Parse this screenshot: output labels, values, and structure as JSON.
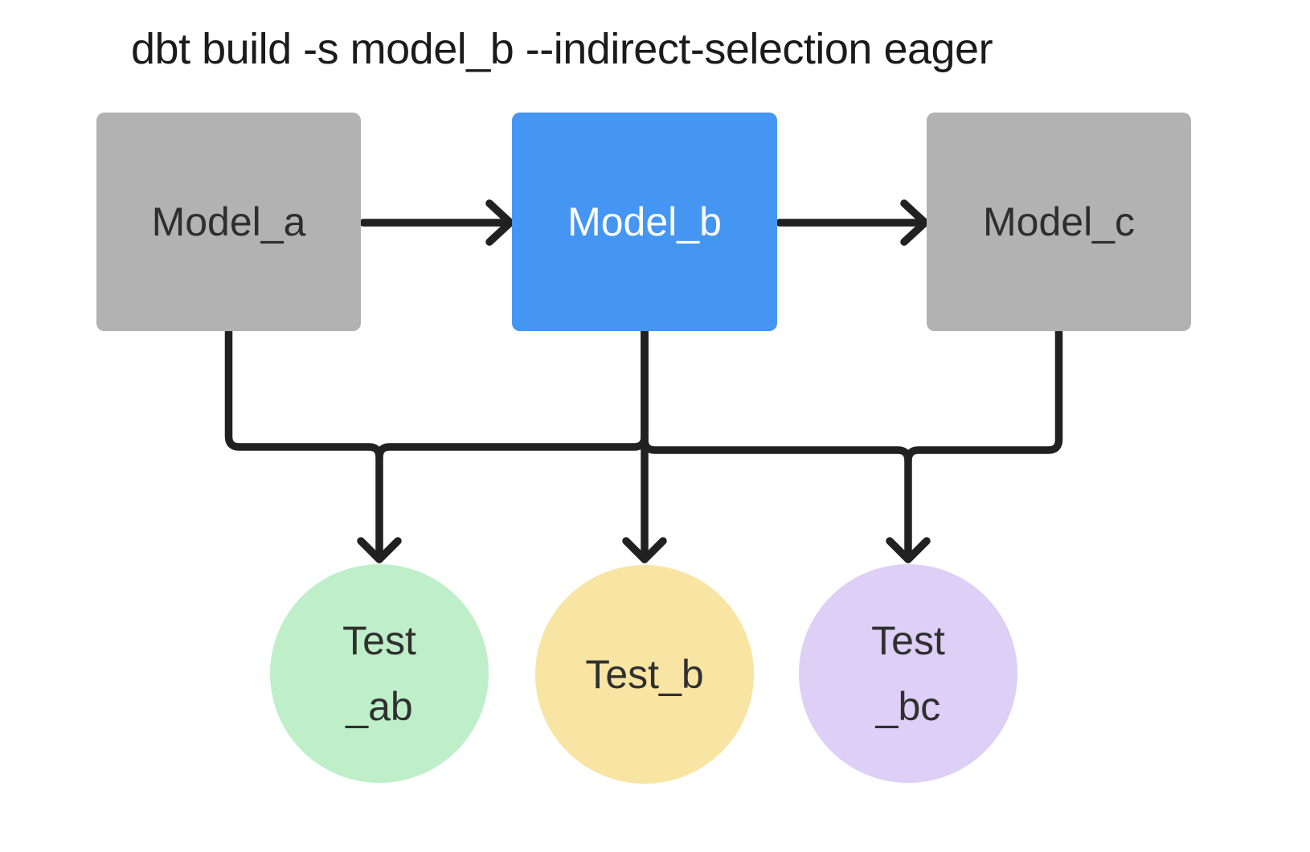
{
  "title": "dbt build -s model_b --indirect-selection eager",
  "nodes": {
    "model_a": {
      "label": "Model_a",
      "kind": "model",
      "state": "indirectly-selected"
    },
    "model_b": {
      "label": "Model_b",
      "kind": "model",
      "state": "selected"
    },
    "model_c": {
      "label": "Model_c",
      "kind": "model",
      "state": "indirectly-selected"
    },
    "test_ab": {
      "label": "Test\n_ab",
      "kind": "test"
    },
    "test_b": {
      "label": "Test_b",
      "kind": "test"
    },
    "test_bc": {
      "label": "Test\n_bc",
      "kind": "test"
    }
  },
  "edges": [
    {
      "from": "model_a",
      "to": "model_b"
    },
    {
      "from": "model_b",
      "to": "model_c"
    },
    {
      "from": "model_a",
      "to": "test_ab"
    },
    {
      "from": "model_b",
      "to": "test_ab"
    },
    {
      "from": "model_b",
      "to": "test_b"
    },
    {
      "from": "model_b",
      "to": "test_bc"
    },
    {
      "from": "model_c",
      "to": "test_bc"
    }
  ],
  "colors": {
    "background": "#ffffff",
    "model-default": "#b2b2b2",
    "model-selected": "#4596f3",
    "model-text-dark": "#2e2e2e",
    "model-text-light": "#ffffff",
    "test-ab": "#beefc9",
    "test-b": "#f8e5a3",
    "test-bc": "#ddcff5",
    "test-text": "#303030",
    "edge": "#212121",
    "title-text": "#1b1b1b"
  }
}
